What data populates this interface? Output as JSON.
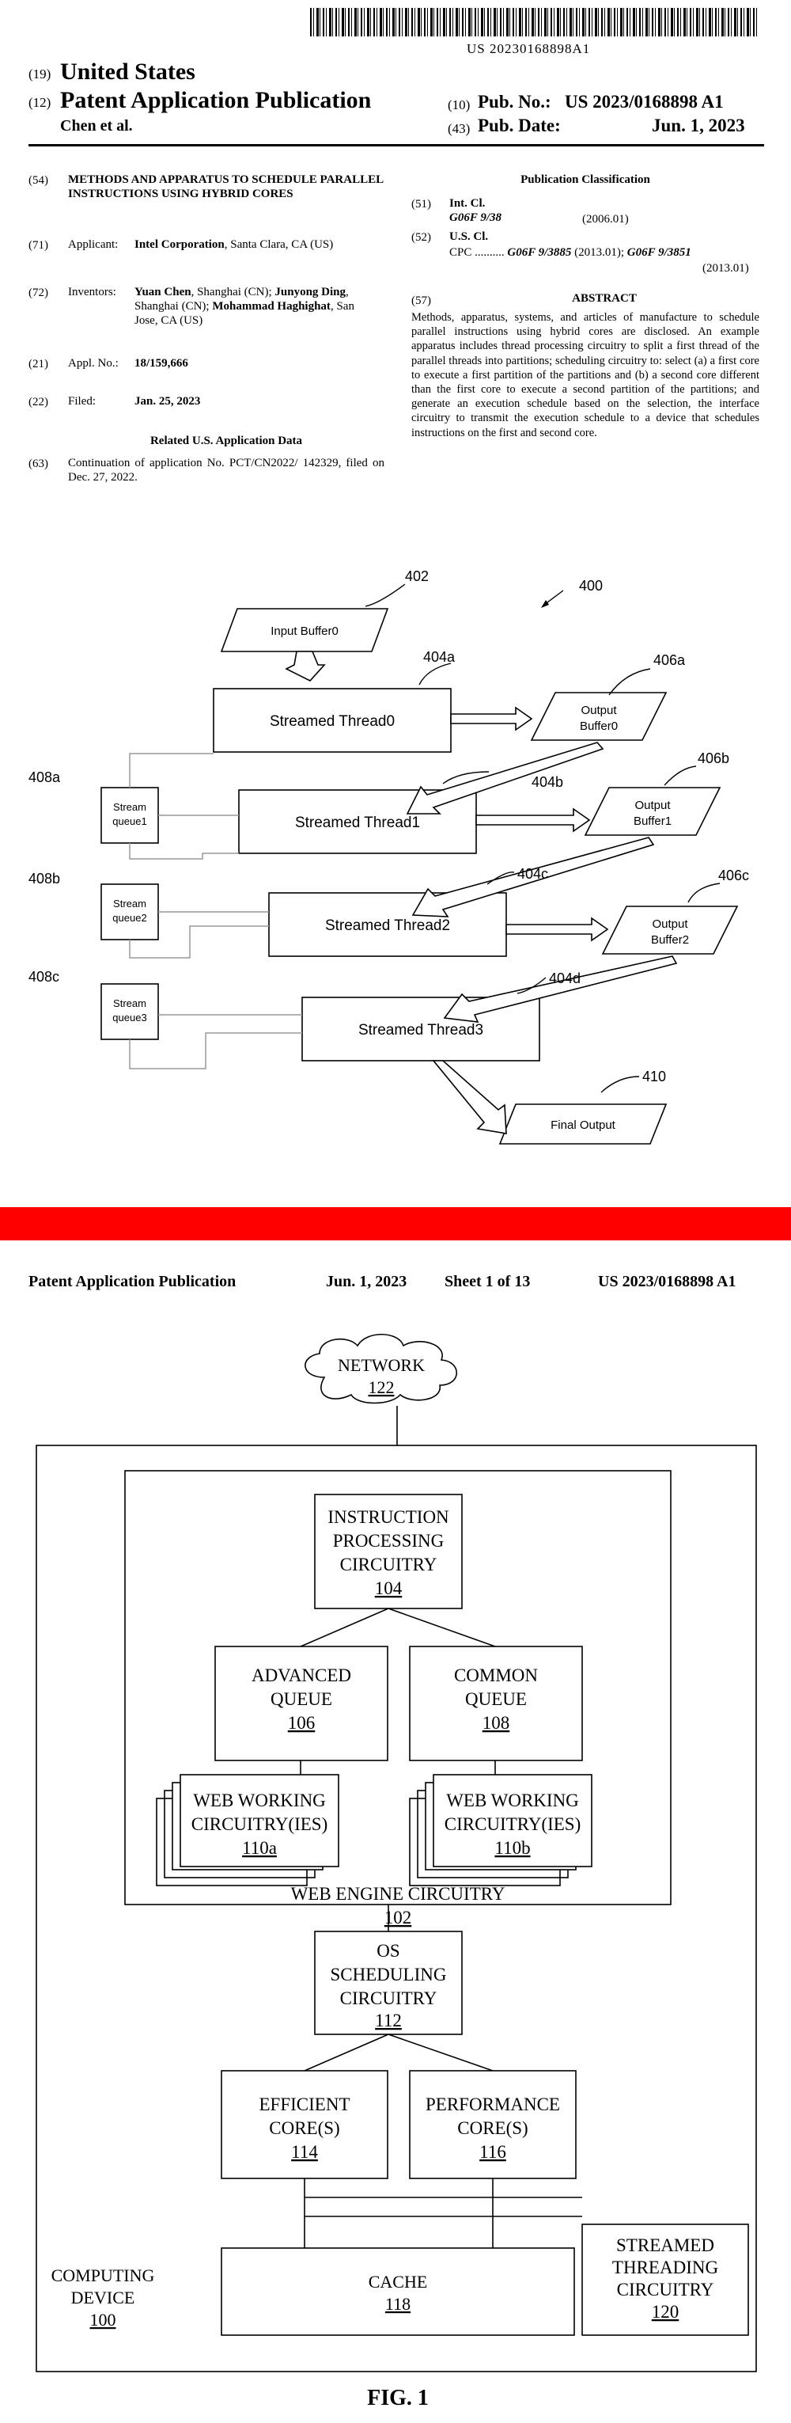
{
  "header": {
    "pub_number_barcode": "US 20230168898A1",
    "code19": "(19)",
    "country": "United States",
    "code12": "(12)",
    "pub_type": "Patent Application Publication",
    "inventor_short": "Chen et al.",
    "code10": "(10)",
    "pub_no_label": "Pub. No.:",
    "pub_no": "US 2023/0168898 A1",
    "code43": "(43)",
    "pub_date_label": "Pub. Date:",
    "pub_date": "Jun. 1, 2023"
  },
  "left": {
    "f54_code": "(54)",
    "title": "METHODS AND APPARATUS TO SCHEDULE PARALLEL INSTRUCTIONS USING HYBRID CORES",
    "f71_code": "(71)",
    "applicant_label": "Applicant:",
    "applicant_name": "Intel Corporation",
    "applicant_loc": ", Santa Clara, CA (US)",
    "f72_code": "(72)",
    "inventors_label": "Inventors:",
    "inv1": "Yuan Chen",
    "inv1_loc": ", Shanghai (CN); ",
    "inv2": "Junyong Ding",
    "inv2_loc": ", Shanghai (CN); ",
    "inv3": "Mohammad Haghighat",
    "inv3_loc": ", San Jose, CA (US)",
    "f21_code": "(21)",
    "appl_label": "Appl. No.:",
    "appl_no": "18/159,666",
    "f22_code": "(22)",
    "filed_label": "Filed:",
    "filed_date": "Jan. 25, 2023",
    "related_heading": "Related U.S. Application Data",
    "f63_code": "(63)",
    "continuation": "Continuation of application No. PCT/CN2022/ 142329, filed on Dec. 27, 2022."
  },
  "right": {
    "pub_class_heading": "Publication Classification",
    "f51_code": "(51)",
    "int_cl_label": "Int. Cl.",
    "int_cl_code": "G06F 9/38",
    "int_cl_year": "(2006.01)",
    "f52_code": "(52)",
    "us_cl_label": "U.S. Cl.",
    "cpc_label": "CPC ..........",
    "cpc1": "G06F 9/3885",
    "cpc1_year": " (2013.01); ",
    "cpc2": "G06F 9/3851",
    "cpc2_year": "(2013.01)",
    "f57_code": "(57)",
    "abstract_heading": "ABSTRACT",
    "abstract": "Methods, apparatus, systems, and articles of manufacture to schedule parallel instructions using hybrid cores are disclosed. An example apparatus includes thread processing circuitry to split a first thread of the parallel threads into partitions; scheduling circuitry to: select (a) a first core to execute a first partition of the partitions and (b) a second core different than the first core to execute a second partition of the partitions; and generate an execution schedule based on the selection, the interface circuitry to transmit the execution schedule to a device that schedules instructions on the first and second core."
  },
  "fig4": {
    "ref400": "400",
    "ref402": "402",
    "input_buffer": "Input Buffer0",
    "ref404a": "404a",
    "ref404b": "404b",
    "ref404c": "404c",
    "ref404d": "404d",
    "ref406a": "406a",
    "ref406b": "406b",
    "ref406c": "406c",
    "ref408a": "408a",
    "ref408b": "408b",
    "ref408c": "408c",
    "ref410": "410",
    "thread0": "Streamed Thread0",
    "thread1": "Streamed Thread1",
    "thread2": "Streamed Thread2",
    "thread3": "Streamed Thread3",
    "out0_l1": "Output",
    "out0_l2": "Buffer0",
    "out1_l1": "Output",
    "out1_l2": "Buffer1",
    "out2_l1": "Output",
    "out2_l2": "Buffer2",
    "q1_l1": "Stream",
    "q1_l2": "queue1",
    "q2_l1": "Stream",
    "q2_l2": "queue2",
    "q3_l1": "Stream",
    "q3_l2": "queue3",
    "final_output": "Final Output"
  },
  "sheet": {
    "left": "Patent Application Publication",
    "date": "Jun. 1, 2023",
    "sheet": "Sheet 1 of 13",
    "number": "US 2023/0168898 A1"
  },
  "fig1": {
    "network": "NETWORK",
    "network_ref": "122",
    "ipc_l1": "INSTRUCTION",
    "ipc_l2": "PROCESSING",
    "ipc_l3": "CIRCUITRY",
    "ipc_ref": "104",
    "adv_l1": "ADVANCED",
    "adv_l2": "QUEUE",
    "adv_ref": "106",
    "com_l1": "COMMON",
    "com_l2": "QUEUE",
    "com_ref": "108",
    "ww_a_l1": "WEB WORKING",
    "ww_a_l2": "CIRCUITRY(IES)",
    "ww_a_ref": "110a",
    "ww_b_l1": "WEB WORKING",
    "ww_b_l2": "CIRCUITRY(IES)",
    "ww_b_ref": "110b",
    "web_engine": "WEB ENGINE CIRCUITRY",
    "web_engine_ref": "102",
    "os_l1": "OS",
    "os_l2": "SCHEDULING",
    "os_l3": "CIRCUITRY",
    "os_ref": "112",
    "eff_l1": "EFFICIENT",
    "eff_l2": "CORE(S)",
    "eff_ref": "114",
    "perf_l1": "PERFORMANCE",
    "perf_l2": "CORE(S)",
    "perf_ref": "116",
    "stream_l1": "STREAMED",
    "stream_l2": "THREADING",
    "stream_l3": "CIRCUITRY",
    "stream_ref": "120",
    "device_l1": "COMPUTING",
    "device_l2": "DEVICE",
    "device_ref": "100",
    "cache": "CACHE",
    "cache_ref": "118",
    "fig_label": "FIG. 1"
  }
}
